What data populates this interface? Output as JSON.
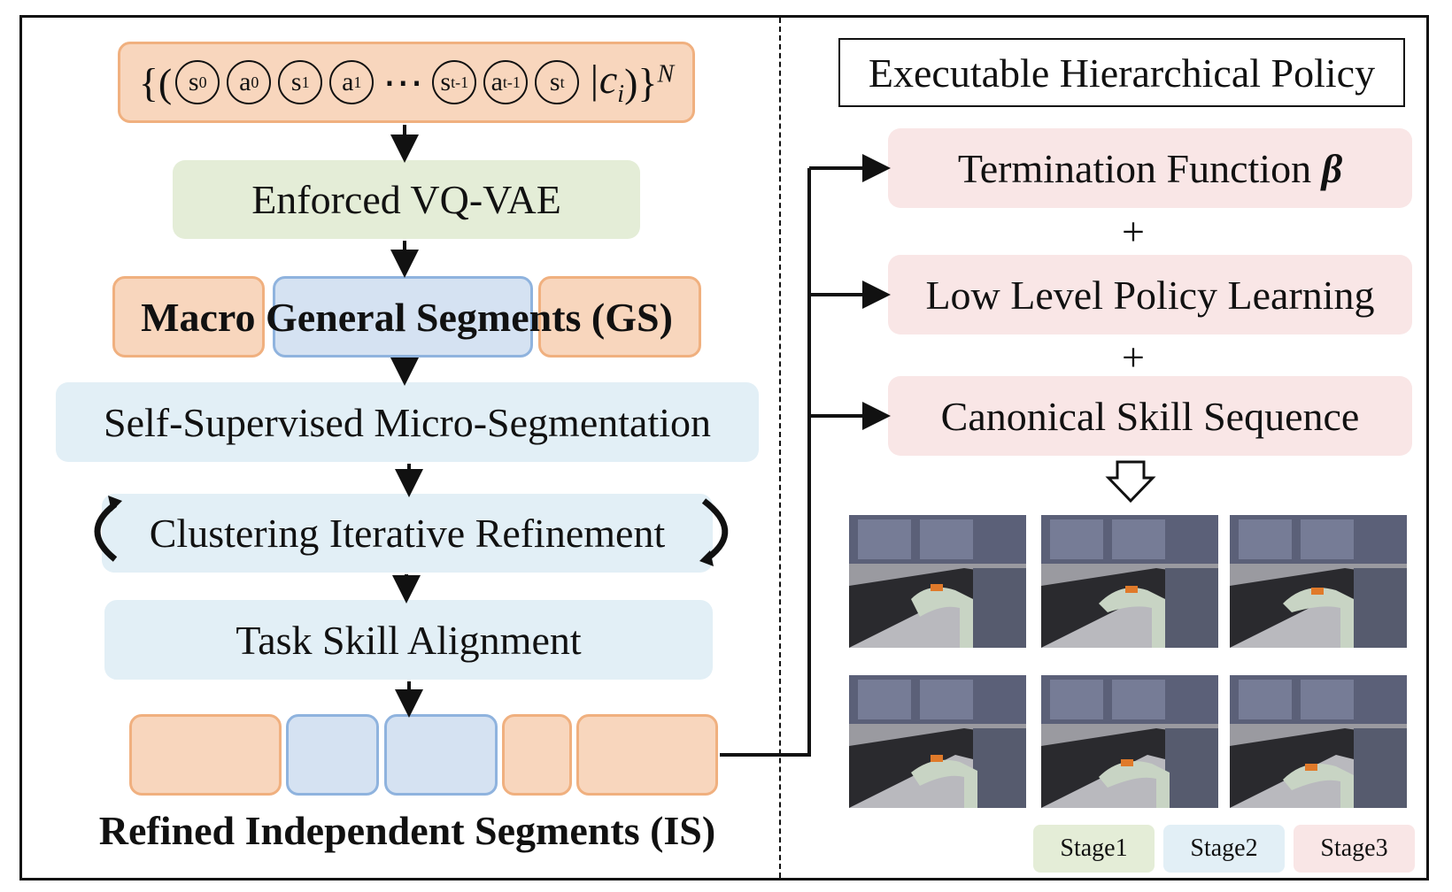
{
  "left": {
    "sequence": {
      "open": "{(",
      "tokens": [
        {
          "base": "s",
          "sub": "0"
        },
        {
          "base": "a",
          "sub": "0"
        },
        {
          "base": "s",
          "sub": "1"
        },
        {
          "base": "a",
          "sub": "1"
        },
        {
          "base": "s",
          "sub": "t-1"
        },
        {
          "base": "a",
          "sub": "t-1"
        },
        {
          "base": "s",
          "sub": "t"
        }
      ],
      "ellipsis": "⋯",
      "cond": "|c",
      "cond_sub": "i",
      "close": ")}",
      "sup": "N"
    },
    "vqvae": "Enforced VQ-VAE",
    "macro": "Macro General Segments (GS)",
    "micro": "Self-Supervised Micro-Segmentation",
    "clustering": "Clustering Iterative Refinement",
    "alignment": "Task Skill Alignment",
    "refined": "Refined Independent Segments (IS)"
  },
  "right": {
    "title": "Executable Hierarchical Policy",
    "termination": "Termination Function ",
    "termination_symbol": "β",
    "plus1": "+",
    "low_level": "Low Level Policy Learning",
    "plus2": "+",
    "canonical": "Canonical Skill Sequence",
    "stages": [
      "Stage1",
      "Stage2",
      "Stage3"
    ]
  },
  "colors": {
    "orange_fill": "#f8d6bd",
    "blue_fill": "#d5e2f2",
    "green_fill": "#e4edd7",
    "light_blue_fill": "#e2eff6",
    "pink_fill": "#f9e6e6"
  }
}
